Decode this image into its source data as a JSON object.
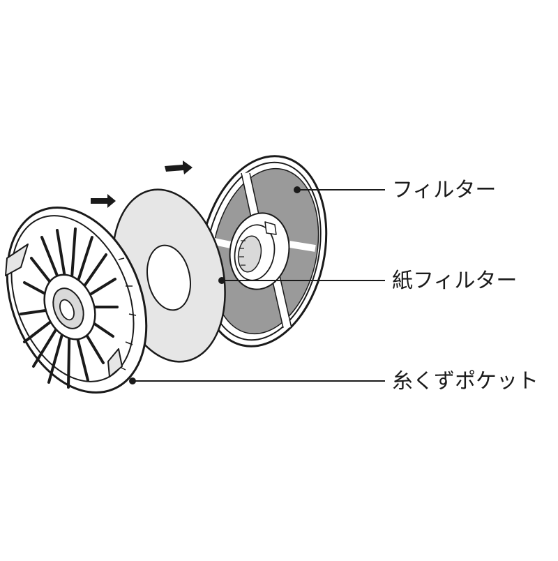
{
  "diagram": {
    "parts": [
      {
        "id": "filter",
        "label": "フィルター"
      },
      {
        "id": "paper-filter",
        "label": "紙フィルター"
      },
      {
        "id": "lint-pocket",
        "label": "糸くずポケット"
      }
    ],
    "colors": {
      "line": "#1a1a1a",
      "mesh": "#8c8c8c",
      "disc": "#e6e6e6",
      "plastic": "#ffffff",
      "arrow": "#1a1a1a"
    }
  }
}
